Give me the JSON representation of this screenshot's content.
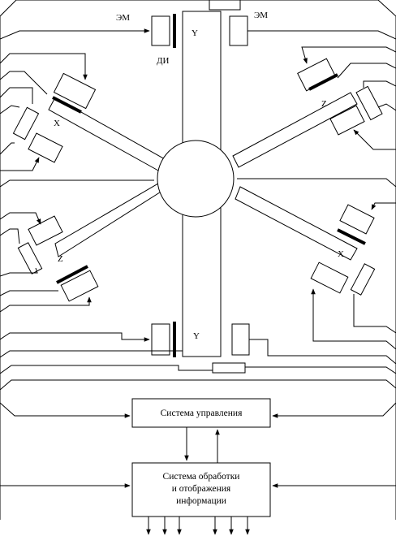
{
  "labels": {
    "em_left": "ЭМ",
    "em_right": "ЭМ",
    "di": "ДИ",
    "y_top": "Y",
    "y_bottom": "Y",
    "x_upper_left": "X",
    "x_lower_right": "X",
    "z_upper_right": "Z",
    "z_lower_left": "Z"
  },
  "control_system": {
    "title": "Система управления"
  },
  "processing_system": {
    "line1": "Система обработки",
    "line2": "и отображения",
    "line3": "информации"
  }
}
